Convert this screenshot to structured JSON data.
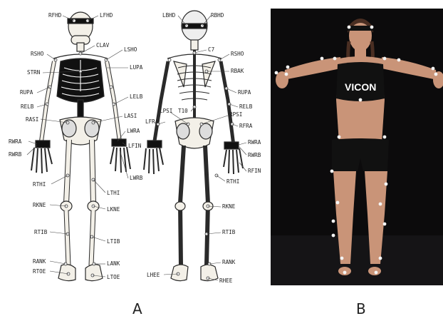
{
  "panels": {
    "a_label": "A",
    "b_label": "B"
  },
  "photo_shirt_text": "VICON",
  "markers_front": {
    "rfhd": "RFHD",
    "lfhd": "LFHD",
    "clav": "CLAV",
    "rsho": "RSHO",
    "strn": "STRN",
    "rupa": "RUPA",
    "relb": "RELB",
    "rasi": "RASI",
    "rwra": "RWRA",
    "rwrb": "RWRB",
    "rthi": "RTHI",
    "rkne": "RKNE",
    "rtib": "RTIB",
    "rank": "RANK",
    "rtoe": "RTOE",
    "lsho": "LSHO",
    "lupa": "LUPA",
    "lelb": "LELB",
    "lasi": "LASI",
    "lwra": "LWRA",
    "lfin": "LFIN",
    "lwrb": "LWRB",
    "lthi": "LTHI",
    "lkne": "LKNE",
    "ltib": "LTIB",
    "lank": "LANK",
    "ltoe": "LTOE"
  },
  "markers_back": {
    "lbhd": "LBHD",
    "rbhd": "RBHD",
    "c7": "C7",
    "rsho": "RSHO",
    "rbak": "RBAK",
    "rupa": "RUPA",
    "relb": "RELB",
    "lpsi": "LPSI",
    "t10": "T10",
    "rpsi": "RPSI",
    "lfra": "LFRA",
    "rfra": "RFRA",
    "rwra": "RWRA",
    "rwrb": "RWRB",
    "rfin": "RFIN",
    "rthi": "RTHI",
    "rkne": "RKNE",
    "rtib": "RTIB",
    "rank": "RANK",
    "lhee": "LHEE",
    "rhee": "RHEE"
  },
  "colors": {
    "photo_bg": "#0c0b0c",
    "skin": "#c99478",
    "marker": "#f4f4f4",
    "bone_stroke": "#2a2a2a"
  }
}
